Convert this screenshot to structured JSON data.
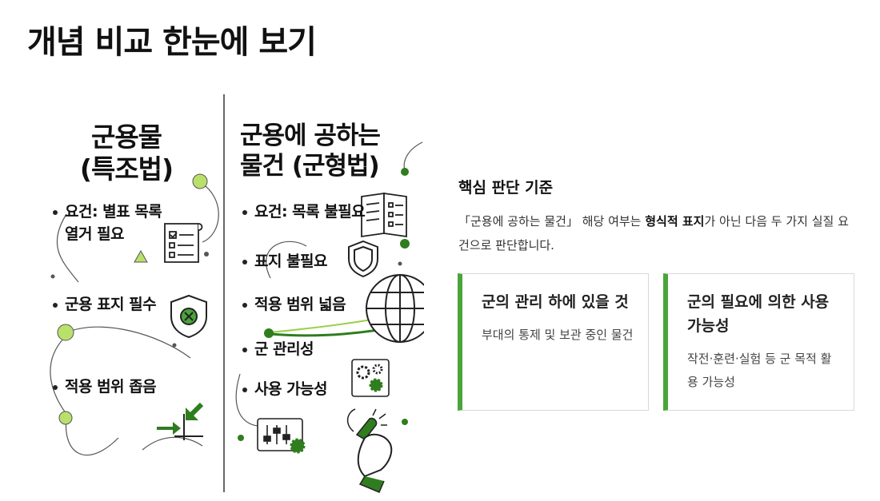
{
  "page": {
    "title": "개념 비교 한눈에 보기"
  },
  "illustration": {
    "left_title_line1": "군용물",
    "left_title_line2": "(특조법)",
    "right_title_line1": "군용에 공하는",
    "right_title_line2": "물건 (군형법)",
    "left_bullets": {
      "b1_line1": "요건: 별표 목록",
      "b1_line2": "열거 필요",
      "b2": "군용 표지 필수",
      "b3": "적용 범위 좁음"
    },
    "right_bullets": {
      "b1": "요건: 목록 불필요",
      "b2": "표지 불필요",
      "b3": "적용 범위 넓음",
      "b4": "군 관리성",
      "b5": "사용 가능성"
    },
    "icons": [
      "document-icon",
      "shield-x-icon",
      "arrow-in-icon",
      "book-list-icon",
      "shield-icon",
      "globe-icon",
      "gears-icon",
      "sliders-icon",
      "hand-sprout-icon"
    ],
    "colors": {
      "accent": "#2f7d1f",
      "light": "#9bd04a"
    }
  },
  "criteria": {
    "heading": "핵심 판단 기준",
    "desc_part1": "「군용에 공하는 물건」 해당 여부는 ",
    "desc_bold": "형식적 표지",
    "desc_part2": "가 아닌 다음 두 가지 실질 요건으로 판단합니다.",
    "cards": [
      {
        "title": "군의 관리 하에 있을 것",
        "body": "부대의 통제 및 보관 중인 물건"
      },
      {
        "title": "군의 필요에 의한 사용 가능성",
        "body": "작전·훈련·실험 등 군 목적 활용 가능성"
      }
    ],
    "accent_color": "#4aa43a"
  }
}
